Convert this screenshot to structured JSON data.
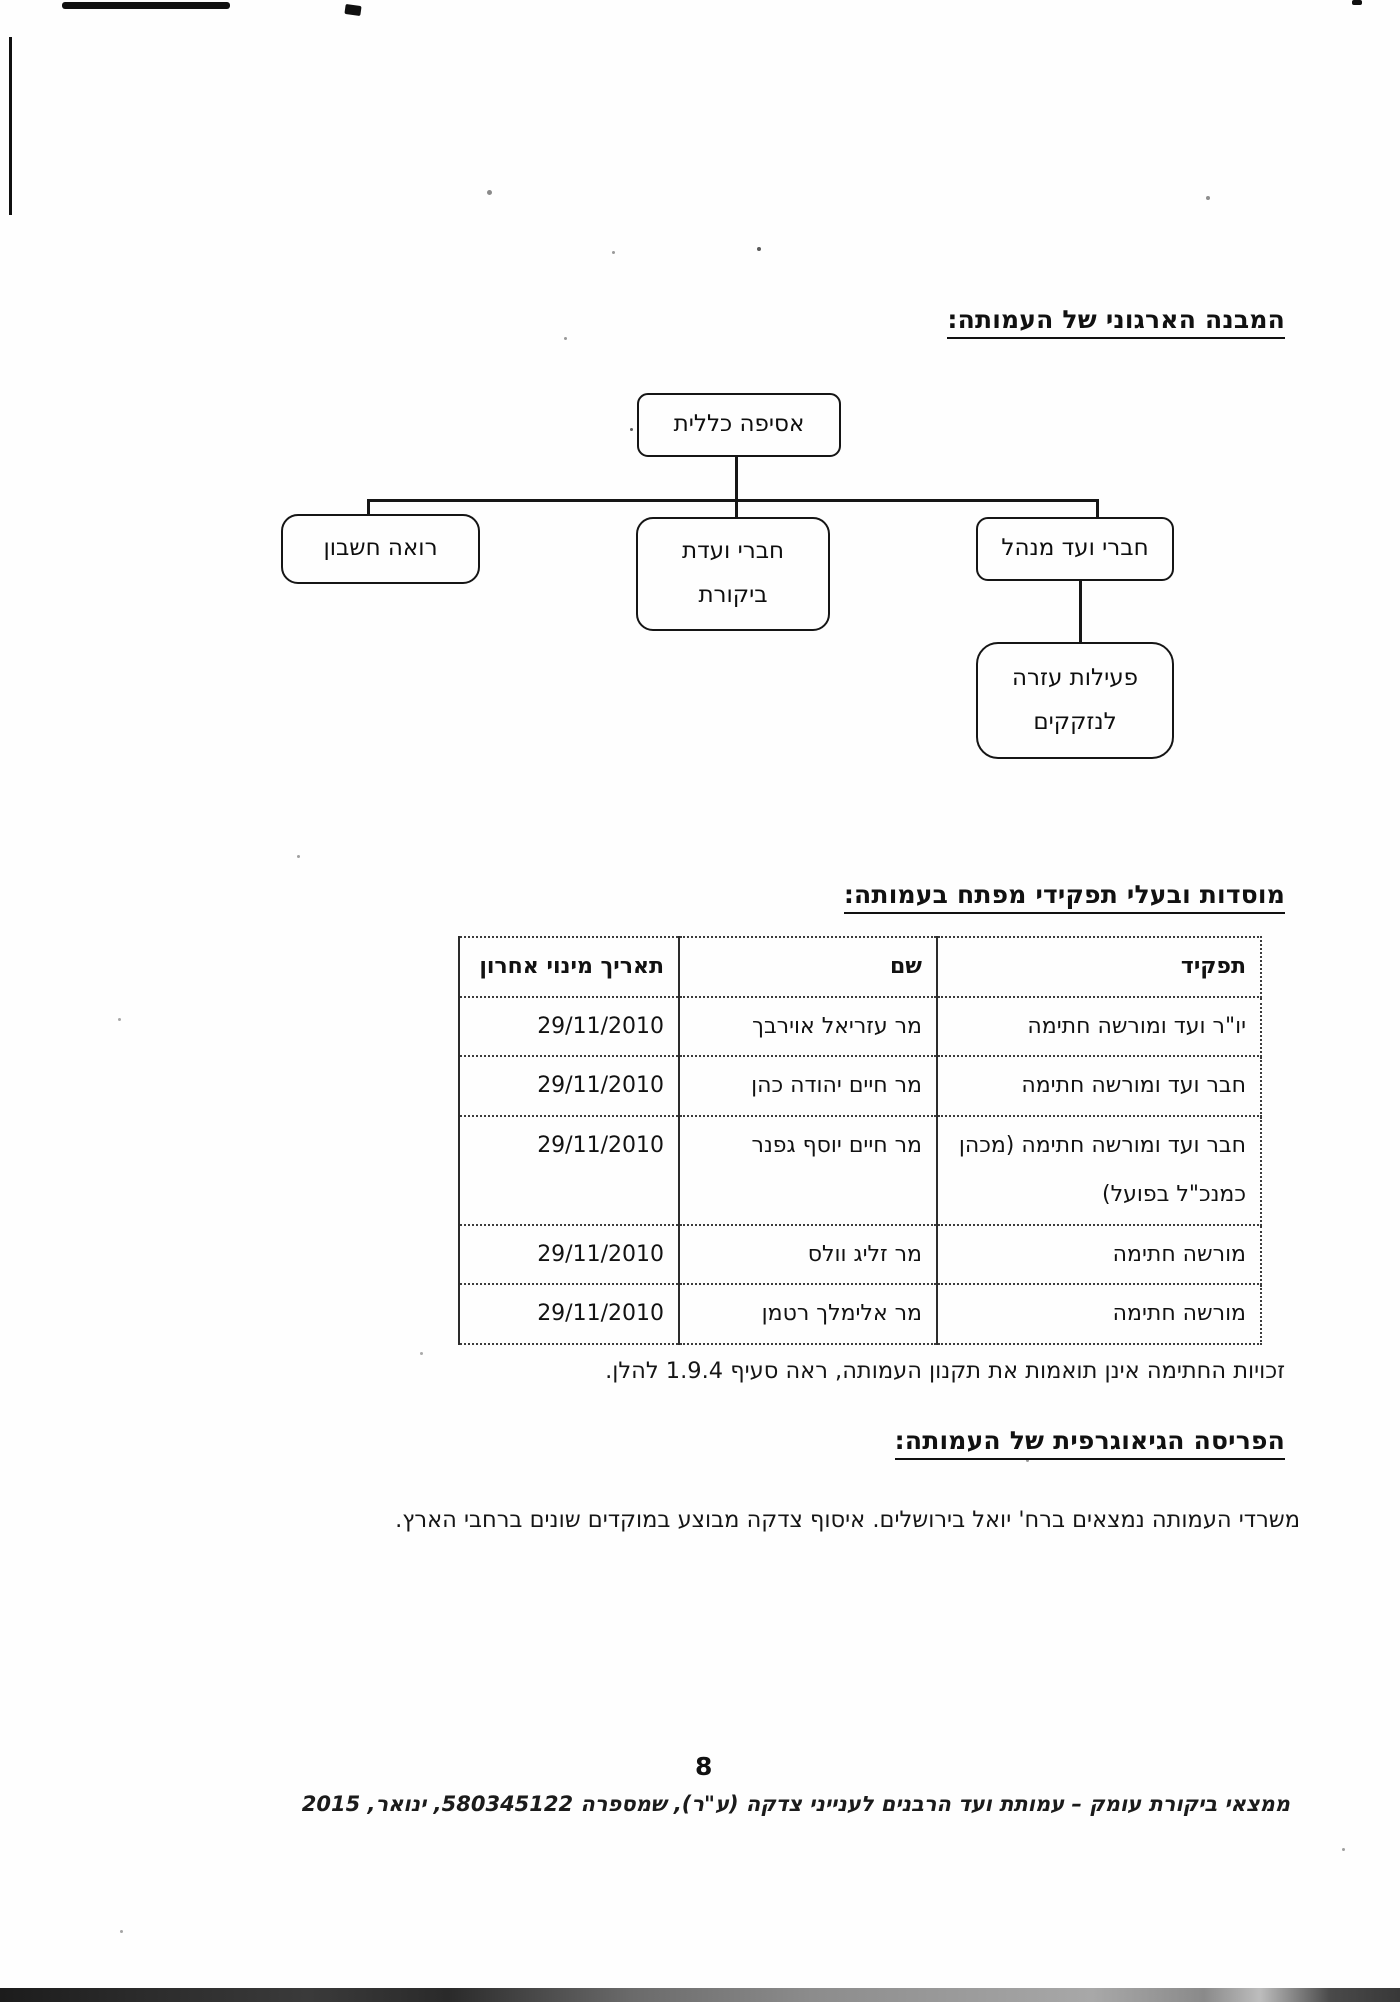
{
  "org_chart": {
    "title": "המבנה הארגוני של העמותה:",
    "root": "אסיפה כללית",
    "accountant": "רואה חשבון",
    "audit_committee_line1": "חברי ועדת",
    "audit_committee_line2": "ביקורת",
    "board": "חברי ועד מנהל",
    "aid_activity_line1": "פעילות עזרה",
    "aid_activity_line2": "לנזקקים"
  },
  "table_section": {
    "title": "מוסדות ובעלי תפקידי מפתח בעמותה:",
    "headers": {
      "role": "תפקיד",
      "name": "שם",
      "date": "תאריך מינוי אחרון"
    },
    "rows": [
      {
        "role": "יו\"ר ועד ומורשה חתימה",
        "name": "מר עזריאל אוירבך",
        "date": "29/11/2010"
      },
      {
        "role": "חבר ועד ומורשה חתימה",
        "name": "מר חיים יהודה כהן",
        "date": "29/11/2010"
      },
      {
        "role": "חבר ועד ומורשה חתימה (מכהן כמנכ\"ל בפועל)",
        "name": "מר חיים יוסף גפנר",
        "date": "29/11/2010"
      },
      {
        "role": "מורשה חתימה",
        "name": "מר זליג וולס",
        "date": "29/11/2010"
      },
      {
        "role": "מורשה חתימה",
        "name": "מר אלימלך רטמן",
        "date": "29/11/2010"
      }
    ],
    "note": "זכויות החתימה אינן תואמות את תקנון העמותה, ראה סעיף 1.9.4 להלן."
  },
  "geo_section": {
    "title": "הפריסה הגיאוגרפית של העמותה:",
    "body": "משרדי העמותה נמצאים ברח' יואל בירושלים. איסוף צדקה מבוצע במוקדים שונים ברחבי הארץ."
  },
  "footer": {
    "page_number": "8",
    "line": "ממצאי ביקורת עומק – עמותת ועד הרבנים לענייני צדקה (ע\"ר), שמספרה 580345122, ינואר, 2015"
  }
}
